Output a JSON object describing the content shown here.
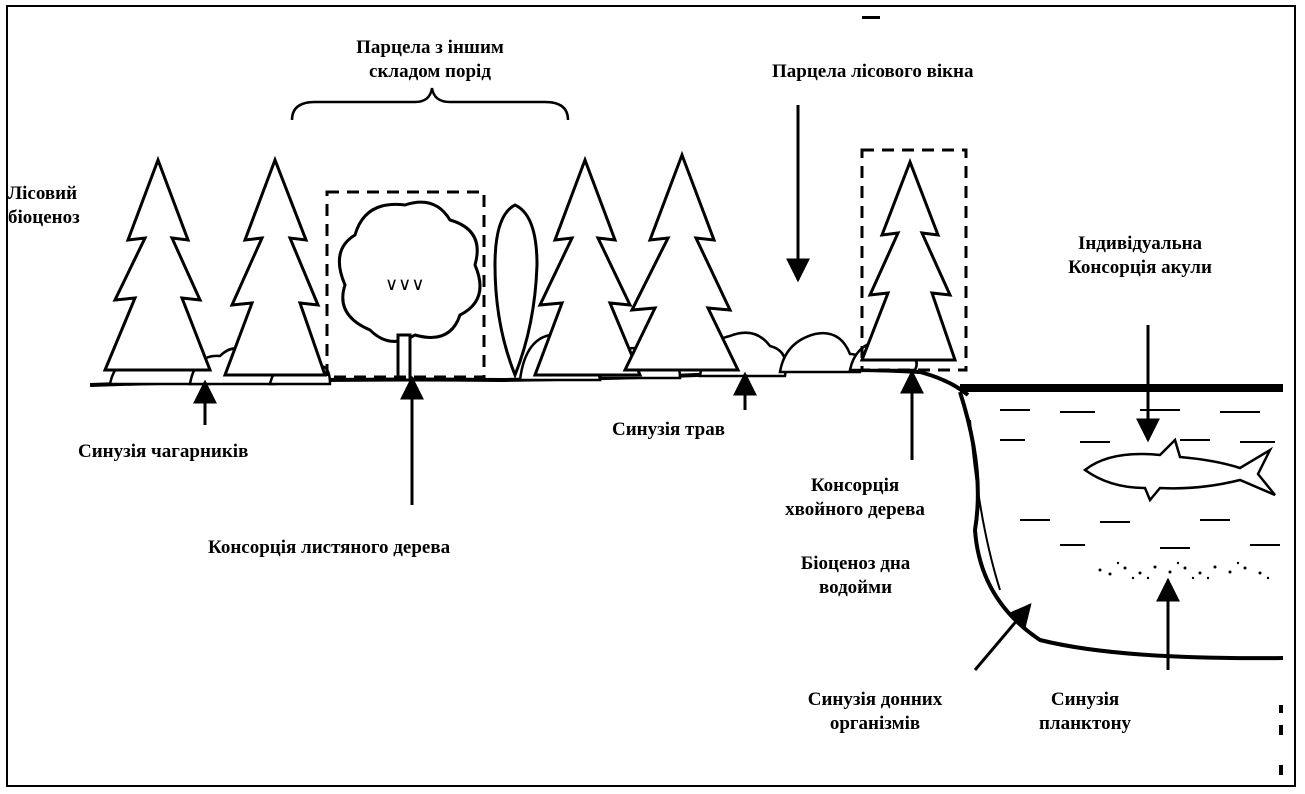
{
  "labels": {
    "forest_biocenosis": [
      "Лісовий",
      "біоценоз"
    ],
    "parcel_other_species": [
      "Парцела з іншим",
      "складом порід"
    ],
    "parcel_forest_window": "Парцела лісового вікна",
    "individual_consortium_shark": [
      "Індивідуальна",
      "Консорція акули"
    ],
    "synusia_shrubs": "Синузія чагарників",
    "consortium_deciduous_tree": "Консорція листяного дерева",
    "synusia_grasses": "Синузія трав",
    "consortium_coniferous_tree": [
      "Консорція",
      "хвойного дерева"
    ],
    "biocenosis_water_bottom": [
      "Біоценоз дна",
      "водойми"
    ],
    "synusia_benthic_organisms": [
      "Синузія донних",
      "організмів"
    ],
    "synusia_plankton": [
      "Синузія",
      "планктону"
    ]
  },
  "colors": {
    "ink": "#000000",
    "background": "#ffffff"
  }
}
